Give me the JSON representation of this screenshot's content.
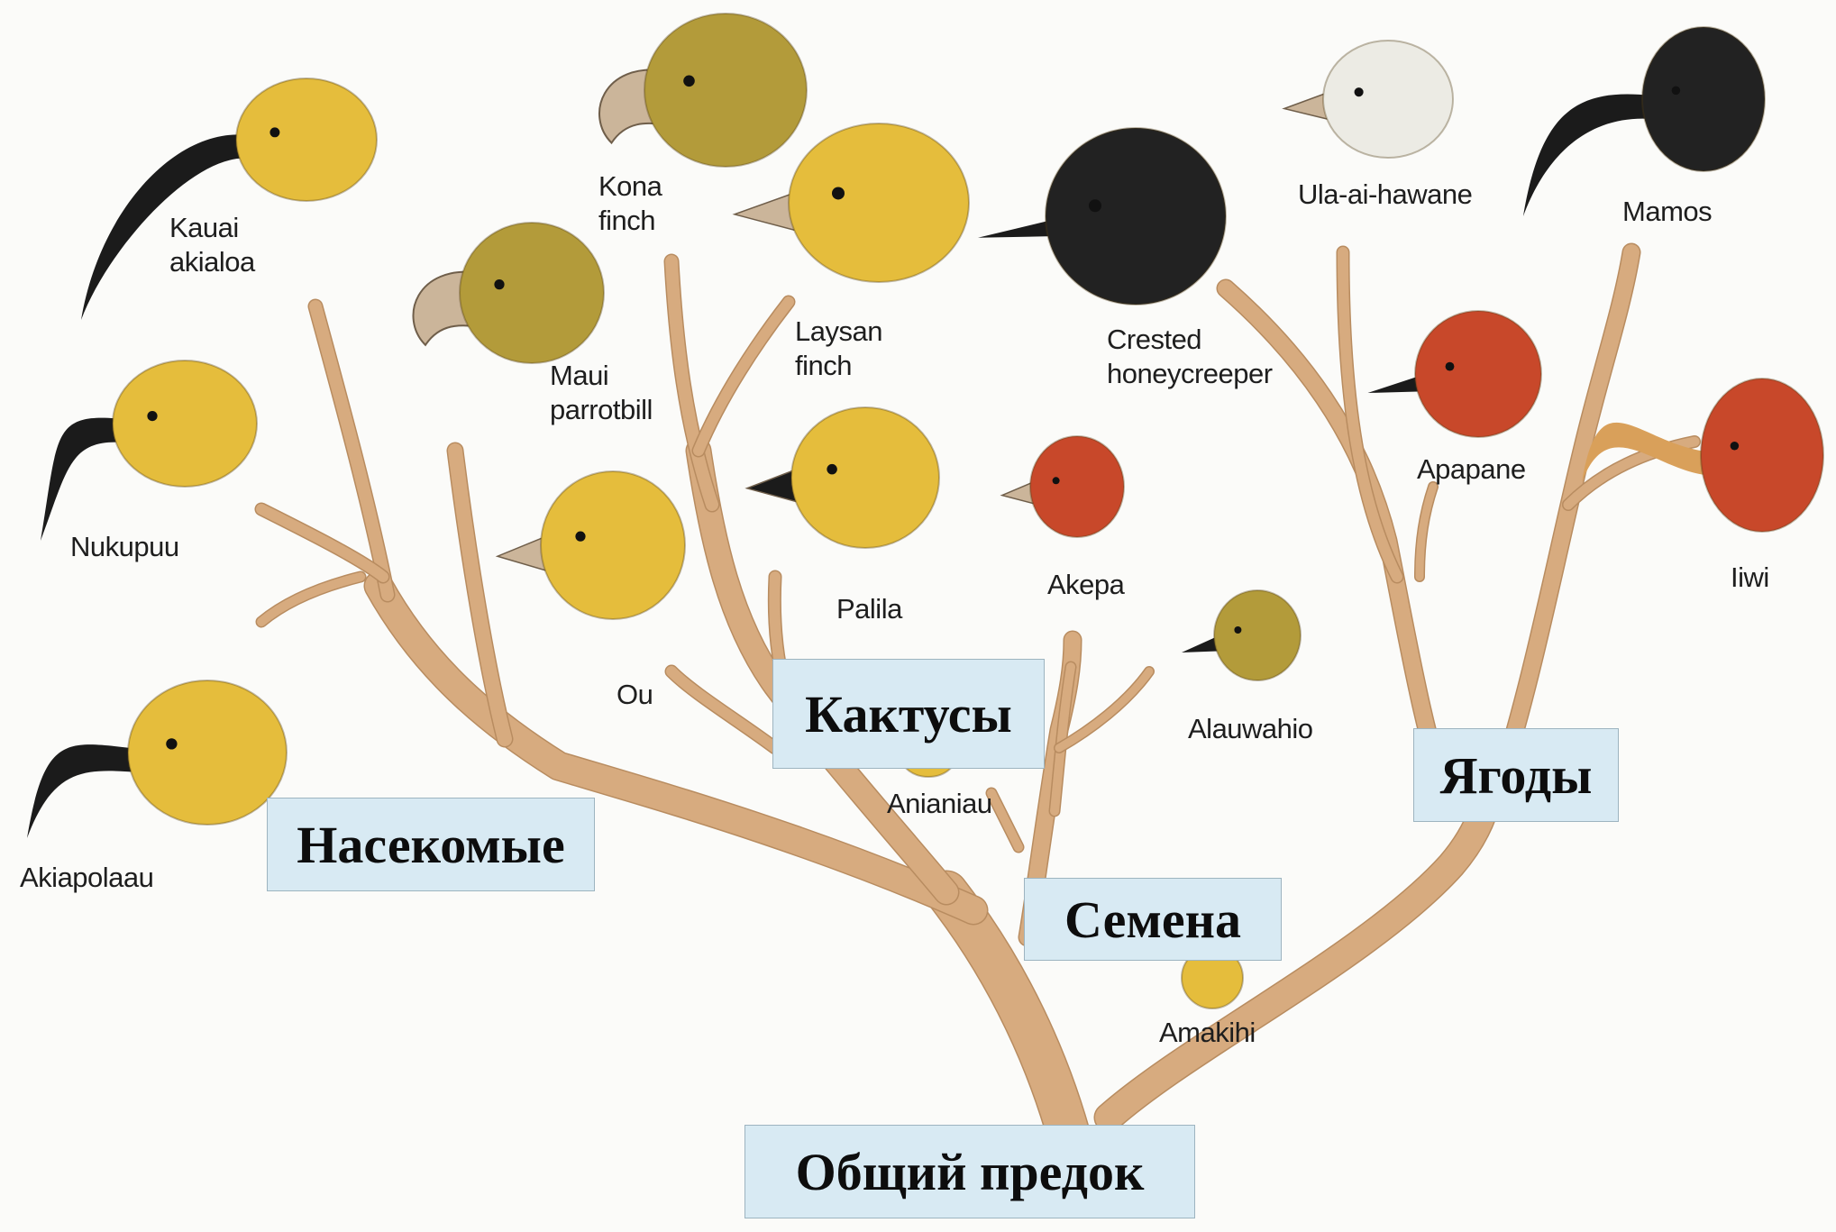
{
  "colors": {
    "background": "#fbfbf9",
    "branch": "#d7ab7f",
    "branch_edge": "#b88c60",
    "box_fill": "#d8eaf3",
    "box_border": "#9db4c0",
    "yellow_head": "#e5bd3c",
    "olive_head": "#b39b3a",
    "red_head": "#c8482a",
    "black_head": "#222222",
    "white_head": "#ecebe4",
    "beak_dark": "#1b1b1b",
    "beak_light": "#cbb59a"
  },
  "diet_groups": {
    "insects": "Насекомые",
    "cacti": "Кактусы",
    "seeds": "Семена",
    "berries": "Ягоды",
    "ancestor": "Общий предок"
  },
  "species": {
    "kauai_akialoa": "Kauai\nakialoa",
    "nukupuu": "Nukupuu",
    "akiapolaau": "Akiapolaau",
    "maui_parrotbill": "Maui\nparrotbill",
    "kona_finch": "Kona\nfinch",
    "laysan_finch": "Laysan\nfinch",
    "ou": "Ou",
    "palila": "Palila",
    "anianiau": "Anianiau",
    "akepa": "Akepa",
    "crested_honeycreeper": "Crested\nhoneycreeper",
    "alauwahio": "Alauwahio",
    "amakihi": "Amakihi",
    "ula_ai_hawane": "Ula-ai-hawane",
    "mamos": "Mamos",
    "apapane": "Apapane",
    "iiwi": "Iiwi"
  }
}
